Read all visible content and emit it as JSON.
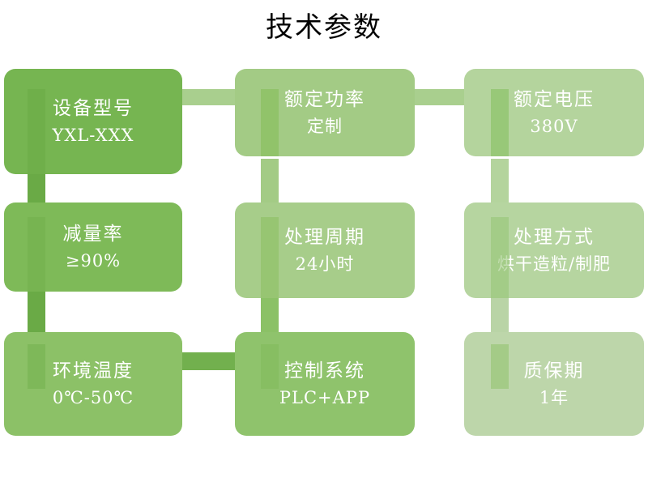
{
  "title": "技术参数",
  "palette": {
    "background": "#ffffff",
    "title_color": "#000000",
    "card_text": "#ffffff",
    "green_1": "#76b551",
    "green_2": "#8cc063",
    "green_3": "#9ec97f",
    "green_4": "#a8cd8c",
    "green_5": "#b2d29a",
    "green_6": "#bdd6aa",
    "connector_dark": "#6aaa46",
    "connector_mid": "#7eb857",
    "connector_light": "#a6cc8b",
    "connector_pale": "#b9d4a6"
  },
  "cards": [
    {
      "id": "device-model",
      "title": "设备型号",
      "value": "YXL-XXX",
      "color": "#76b551",
      "row": 1,
      "col": 1
    },
    {
      "id": "rated-power",
      "title": "额定功率",
      "value": "定制",
      "color": "#a3cb85",
      "row": 1,
      "col": 2
    },
    {
      "id": "rated-voltage",
      "title": "额定电压",
      "value": "380V",
      "color": "#b4d49d",
      "row": 1,
      "col": 3
    },
    {
      "id": "reduction-rate",
      "title": "减量率",
      "value": "≥90%",
      "color": "#7eba58",
      "row": 2,
      "col": 1
    },
    {
      "id": "treatment-cycle",
      "title": "处理周期",
      "value": "24小时",
      "color": "#a7cd8a",
      "row": 2,
      "col": 2
    },
    {
      "id": "treatment-method",
      "title": "处理方式",
      "value": "烘干造粒/制肥",
      "color": "#b6d5a0",
      "row": 2,
      "col": 3
    },
    {
      "id": "ambient-temperature",
      "title": "环境温度",
      "value": "0℃-50℃",
      "color": "#8cc167",
      "row": 3,
      "col": 1
    },
    {
      "id": "control-system",
      "title": "控制系统",
      "value": "PLC+APP",
      "color": "#8fc36c",
      "row": 3,
      "col": 2
    },
    {
      "id": "warranty-period",
      "title": "质保期",
      "value": "1年",
      "color": "#bdd6aa",
      "row": 3,
      "col": 3
    }
  ]
}
